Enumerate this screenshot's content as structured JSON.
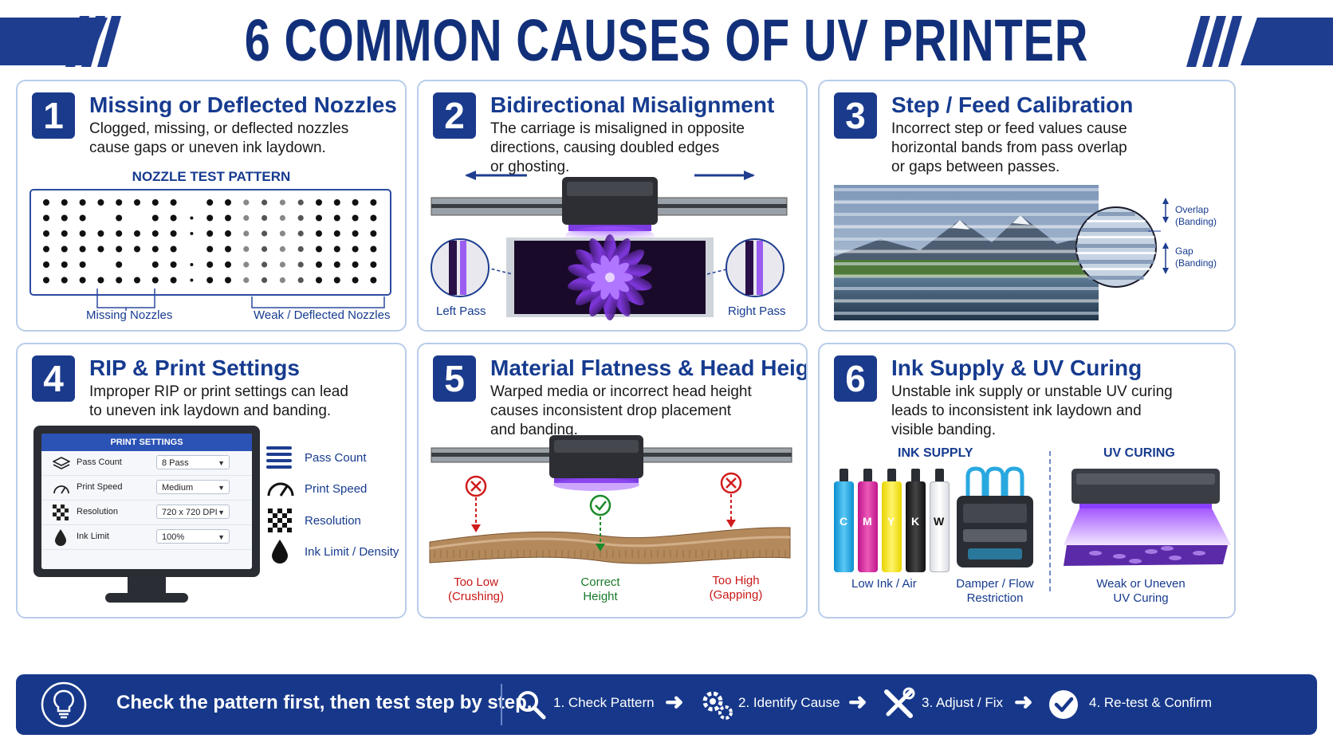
{
  "title": "6 COMMON CAUSES OF UV PRINTER BANDING",
  "panels": [
    {
      "num": "1",
      "title": "Missing or Deflected Nozzles",
      "desc": "Clogged, missing, or deflected nozzles\ncause gaps or uneven ink laydown.",
      "pattern_title": "NOZZLE TEST PATTERN",
      "label_left": "Missing Nozzles",
      "label_right": "Weak / Deflected Nozzles"
    },
    {
      "num": "2",
      "title": "Bidirectional Misalignment",
      "desc": "The carriage is misaligned in opposite\ndirections, causing doubled edges\nor ghosting.",
      "label_left": "Left Pass",
      "label_right": "Right Pass"
    },
    {
      "num": "3",
      "title": "Step / Feed Calibration",
      "desc": "Incorrect step or feed values cause\nhorizontal bands from pass overlap\nor gaps between passes.",
      "overlap_a": "Overlap",
      "overlap_b": "(Banding)",
      "gap_a": "Gap",
      "gap_b": "(Banding)"
    },
    {
      "num": "4",
      "title": "RIP & Print Settings",
      "desc": "Improper RIP or print settings can lead\nto uneven ink laydown and banding.",
      "window_title": "PRINT SETTINGS",
      "rows": [
        {
          "label": "Pass Count",
          "value": "8 Pass"
        },
        {
          "label": "Print Speed",
          "value": "Medium"
        },
        {
          "label": "Resolution",
          "value": "720 x 720 DPI"
        },
        {
          "label": "Ink Limit",
          "value": "100%"
        }
      ],
      "legend": [
        "Pass Count",
        "Print Speed",
        "Resolution",
        "Ink Limit / Density"
      ]
    },
    {
      "num": "5",
      "title": "Material Flatness & Head Height",
      "desc": "Warped media or incorrect head height\ncauses inconsistent drop placement\nand banding.",
      "low_a": "Too Low",
      "low_b": "(Crushing)",
      "ok_a": "Correct",
      "ok_b": "Height",
      "high_a": "Too High",
      "high_b": "(Gapping)"
    },
    {
      "num": "6",
      "title": "Ink Supply & UV Curing",
      "desc": "Unstable ink supply or unstable UV curing\nleads to inconsistent ink laydown and\nvisible banding.",
      "ink_supply": "INK SUPPLY",
      "uv_curing": "UV CURING",
      "bottles": [
        "C",
        "M",
        "Y",
        "K",
        "W"
      ],
      "low_ink": "Low Ink / Air",
      "damper_a": "Damper / Flow",
      "damper_b": "Restriction",
      "weak_a": "Weak or Uneven",
      "weak_b": "UV Curing"
    }
  ],
  "footer": {
    "tip": "Check the pattern first, then test step by step.",
    "steps": [
      "1. Check Pattern",
      "2. Identify Cause",
      "3. Adjust / Fix",
      "4. Re-test & Confirm"
    ]
  },
  "colors": {
    "navy": "#12307a",
    "panel_border": "#b9cdea",
    "uv": "#8a3cf0",
    "red": "#c81818",
    "green": "#1a7a2a"
  }
}
